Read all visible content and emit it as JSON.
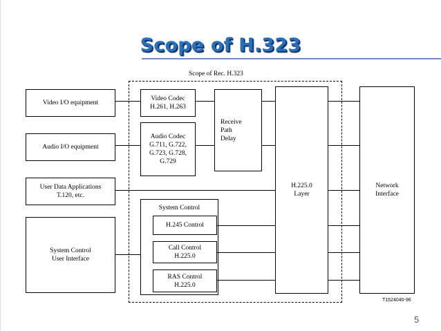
{
  "title": "Scope of H.323",
  "scope_label": "Scope of Rec. H.323",
  "left_boxes": {
    "video_io": "Video I/O equipment",
    "audio_io": "Audio I/O equipment",
    "user_data": [
      "User Data Applications",
      "T.120, etc."
    ],
    "system_control_ui": [
      "System Control",
      "User Interface"
    ]
  },
  "inner_boxes": {
    "video_codec": [
      "Video Codec",
      "H.261, H.263"
    ],
    "audio_codec": [
      "Audio Codec",
      "G.711, G.722,",
      "G.723, G.728,",
      "G.729"
    ],
    "receive_path_delay": [
      "Receive",
      "Path",
      "Delay"
    ],
    "system_control": "System Control",
    "h245_control": "H.245 Control",
    "call_control": [
      "Call Control",
      "H.225.0"
    ],
    "ras_control": [
      "RAS Control",
      "H.225.0"
    ],
    "h2250_layer": [
      "H.225.0",
      "Layer"
    ]
  },
  "network_interface": [
    "Network",
    "Interface"
  ],
  "figure_id": "T1524040-96",
  "page_number": "5"
}
